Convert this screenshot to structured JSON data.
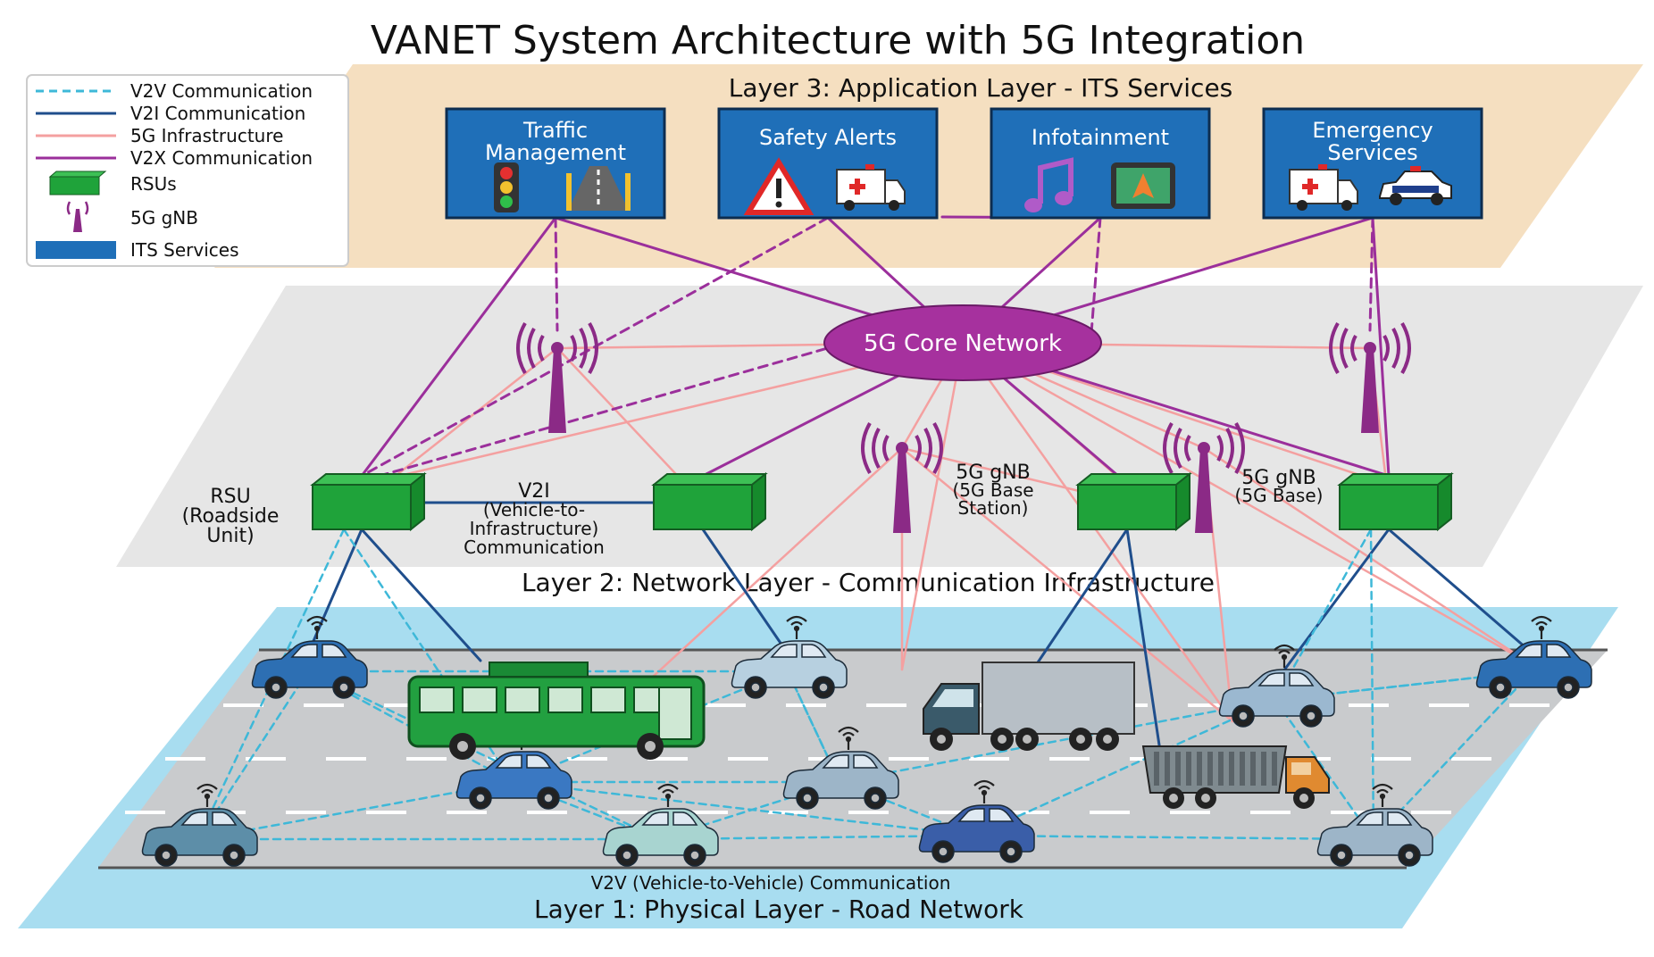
{
  "title": "VANET System Architecture with 5G Integration",
  "legend": {
    "items": [
      {
        "label": "V2V Communication",
        "kind": "dashed",
        "color": "#3eb8d8"
      },
      {
        "label": "V2I Communication",
        "kind": "solid",
        "color": "#1f4e8c"
      },
      {
        "label": "5G Infrastructure",
        "kind": "solid",
        "color": "#f4a0a0"
      },
      {
        "label": "V2X Communication",
        "kind": "solid",
        "color": "#9b2f9b"
      },
      {
        "label": "RSUs",
        "kind": "box",
        "color": "#1fa33a"
      },
      {
        "label": "5G gNB",
        "kind": "tower",
        "color": "#8b2a86"
      },
      {
        "label": "ITS Services",
        "kind": "bar",
        "color": "#1f6fb8"
      }
    ]
  },
  "layers": {
    "application": "Layer 3: Application Layer - ITS Services",
    "network": "Layer 2: Network Layer - Communication Infrastructure",
    "physical": "Layer 1: Physical Layer - Road Network"
  },
  "services": [
    {
      "line1": "Traffic",
      "line2": "Management",
      "icon1": "traffic-light-icon",
      "icon2": "road-icon"
    },
    {
      "line1": "Safety Alerts",
      "line2": "",
      "icon1": "warning-sign-icon",
      "icon2": "ambulance-icon"
    },
    {
      "line1": "Infotainment",
      "line2": "",
      "icon1": "music-note-icon",
      "icon2": "navigation-map-icon"
    },
    {
      "line1": "Emergency",
      "line2": "Services",
      "icon1": "ambulance-icon",
      "icon2": "police-car-icon"
    }
  ],
  "core": {
    "label": "5G Core Network"
  },
  "rsu_label": [
    "RSU",
    "(Roadside",
    "Unit)"
  ],
  "v2i_label": [
    "V2I",
    "(Vehicle-to-",
    "Infrastructure)",
    "Communication"
  ],
  "gnb1_label": [
    "5G gNB",
    "(5G Base",
    "Station)"
  ],
  "gnb2_label": [
    "5G gNB",
    "(5G Base)"
  ],
  "v2v_caption": "V2V (Vehicle-to-Vehicle) Communication",
  "colors": {
    "v2v": "#3eb8d8",
    "v2i": "#1f4e8c",
    "infra5g": "#f4a0a0",
    "v2x": "#9b2f9b",
    "rsu": "#1fa33a",
    "gnb": "#8b2a86",
    "its": "#1f6fb8",
    "layer3_bg": "#f5dfc0",
    "layer2_bg": "#e6e6e6",
    "layer1_bg": "#a8ddf0",
    "road": "#c9cbcd"
  }
}
